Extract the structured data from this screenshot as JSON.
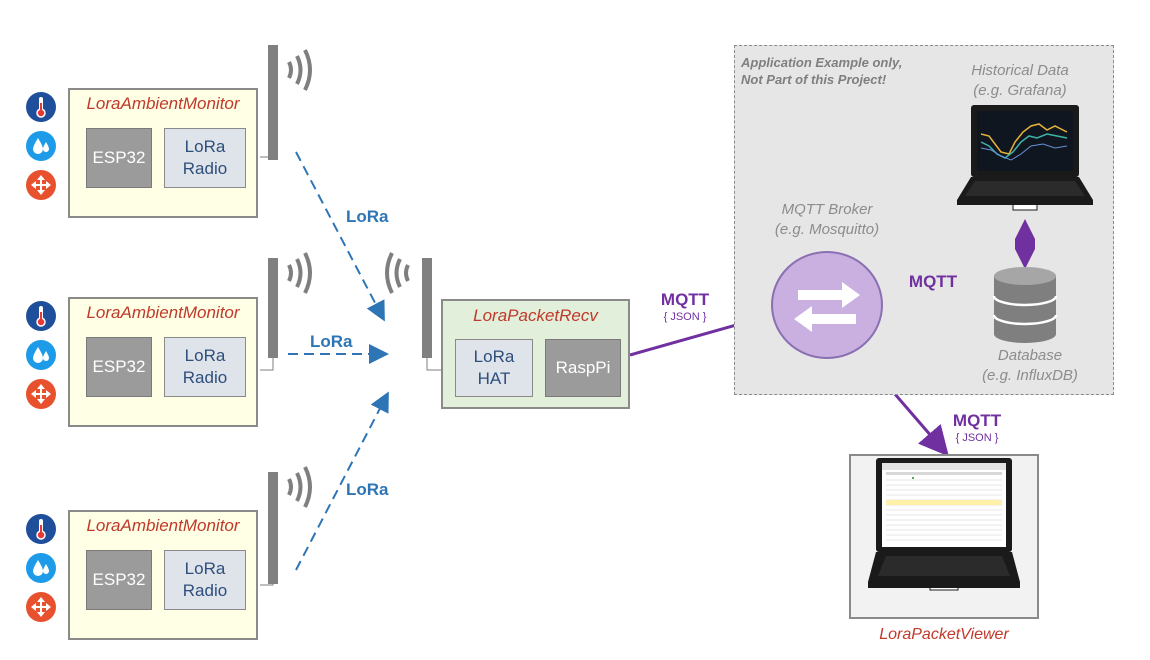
{
  "monitors": [
    {
      "title": "LoraAmbientMonitor",
      "mcu": "ESP32",
      "radio": "LoRa\nRadio"
    },
    {
      "title": "LoraAmbientMonitor",
      "mcu": "ESP32",
      "radio": "LoRa\nRadio"
    },
    {
      "title": "LoraAmbientMonitor",
      "mcu": "ESP32",
      "radio": "LoRa\nRadio"
    }
  ],
  "sensor_icons": [
    "thermometer-icon",
    "water-drops-icon",
    "move-arrows-icon"
  ],
  "links": {
    "lora1": "LoRa",
    "lora2": "LoRa",
    "lora3": "LoRa"
  },
  "receiver": {
    "title": "LoraPacketRecv",
    "hat": "LoRa\nHAT",
    "board": "RaspPi"
  },
  "mqtt": {
    "label1": "MQTT",
    "json1": "{ JSON }",
    "label2": "MQTT",
    "label3": "MQTT",
    "json3": "{ JSON }"
  },
  "app": {
    "note": "Application  Example only,\nNot Part of this Project!",
    "historical": "Historical Data\n(e.g. Grafana)",
    "broker": "MQTT Broker\n(e.g. Mosquitto)",
    "database": "Database\n(e.g. InfluxDB)"
  },
  "viewer": {
    "caption": "LoraPacketViewer"
  },
  "colors": {
    "lora": "#2e75b6",
    "mqtt": "#7030a0",
    "monitor_bg": "#ffffe6",
    "recv_bg": "#e2efda",
    "broker": "#c9b0e0",
    "title_red": "#c0392b"
  }
}
